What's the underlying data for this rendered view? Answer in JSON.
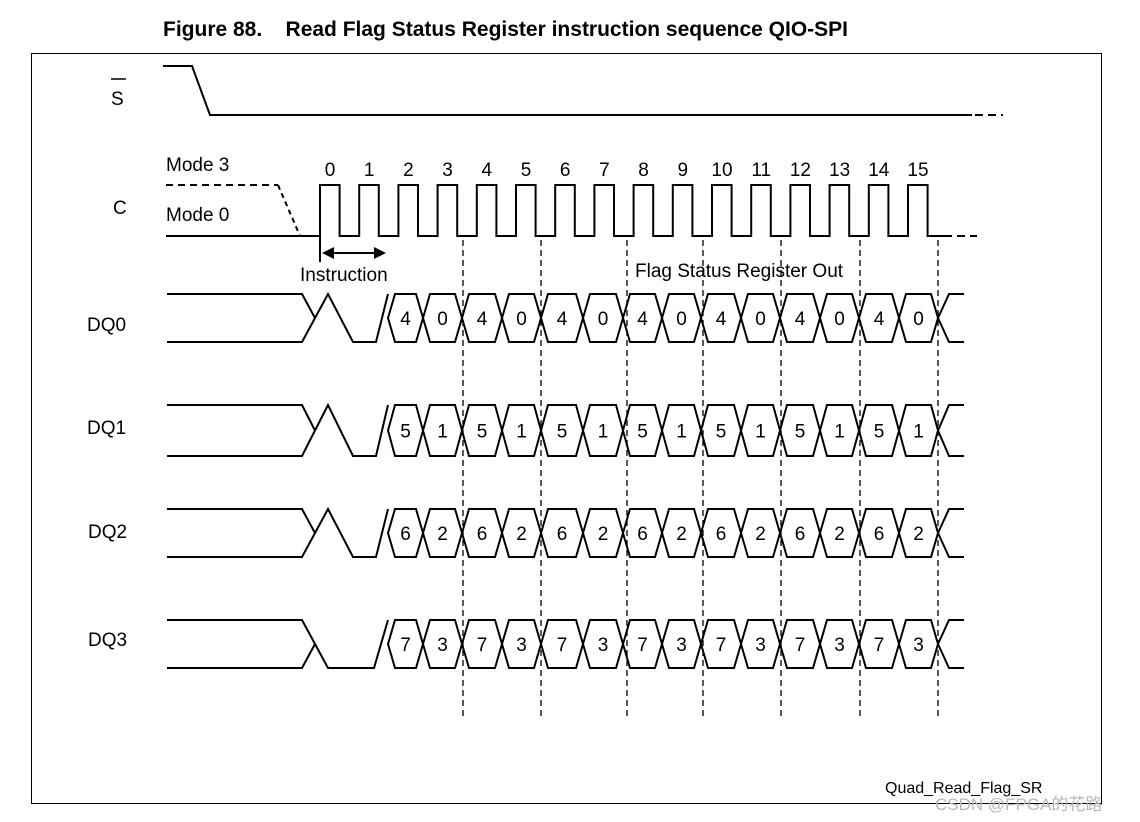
{
  "figure": {
    "title": "Figure 88.    Read Flag Status Register instruction sequence QIO-SPI",
    "id_label": "Quad_Read_Flag_SR"
  },
  "signals": {
    "s": "S",
    "c": "C",
    "dq0": "DQ0",
    "dq1": "DQ1",
    "dq2": "DQ2",
    "dq3": "DQ3"
  },
  "modes": {
    "mode3": "Mode 3",
    "mode0": "Mode 0"
  },
  "clock_numbers": [
    "0",
    "1",
    "2",
    "3",
    "4",
    "5",
    "6",
    "7",
    "8",
    "9",
    "10",
    "11",
    "12",
    "13",
    "14",
    "15"
  ],
  "annotations": {
    "instruction": "Instruction",
    "flag_out": "Flag Status Register Out"
  },
  "data_values": {
    "dq0": [
      "4",
      "0",
      "4",
      "0",
      "4",
      "0",
      "4",
      "0",
      "4",
      "0",
      "4",
      "0",
      "4",
      "0"
    ],
    "dq1": [
      "5",
      "1",
      "5",
      "1",
      "5",
      "1",
      "5",
      "1",
      "5",
      "1",
      "5",
      "1",
      "5",
      "1"
    ],
    "dq2": [
      "6",
      "2",
      "6",
      "2",
      "6",
      "2",
      "6",
      "2",
      "6",
      "2",
      "6",
      "2",
      "6",
      "2"
    ],
    "dq3": [
      "7",
      "3",
      "7",
      "3",
      "7",
      "3",
      "7",
      "3",
      "7",
      "3",
      "7",
      "3",
      "7",
      "3"
    ]
  },
  "watermark": "CSDN @FPGA的花路"
}
